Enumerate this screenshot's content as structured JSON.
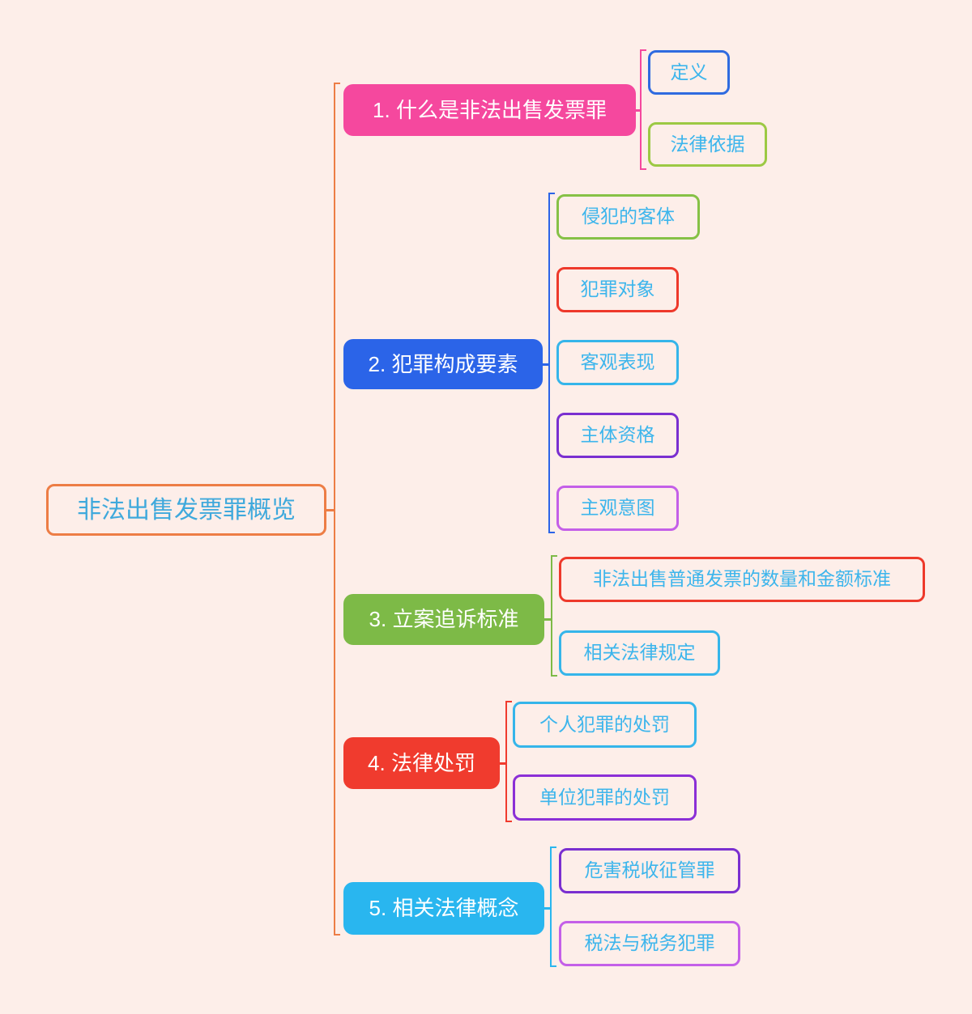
{
  "background_color": "#FDEEE9",
  "text": {
    "root_color": "#3FA9DC",
    "child_color": "#3CB5EC",
    "branch_color": "#FFFFFF"
  },
  "root": {
    "label": "非法出售发票罪概览",
    "border_color": "#ED7D45"
  },
  "branches": [
    {
      "label": "1. 什么是非法出售发票罪",
      "color": "#F5489E",
      "children": [
        {
          "label": "定义",
          "border_color": "#2F6BE0"
        },
        {
          "label": "法律依据",
          "border_color": "#9CC944"
        }
      ]
    },
    {
      "label": "2. 犯罪构成要素",
      "color": "#2B64E8",
      "children": [
        {
          "label": "侵犯的客体",
          "border_color": "#86C146"
        },
        {
          "label": "犯罪对象",
          "border_color": "#EE392B"
        },
        {
          "label": "客观表现",
          "border_color": "#35B5EA"
        },
        {
          "label": "主体资格",
          "border_color": "#7A2FD0"
        },
        {
          "label": "主观意图",
          "border_color": "#C45FE8"
        }
      ]
    },
    {
      "label": "3. 立案追诉标准",
      "color": "#7DBA47",
      "children": [
        {
          "label": "非法出售普通发票的数量和金额标准",
          "border_color": "#EE392B"
        },
        {
          "label": "相关法律规定",
          "border_color": "#35B5EA"
        }
      ]
    },
    {
      "label": "4. 法律处罚",
      "color": "#F03B2E",
      "children": [
        {
          "label": "个人犯罪的处罚",
          "border_color": "#35B5EA"
        },
        {
          "label": "单位犯罪的处罚",
          "border_color": "#8B2FD6"
        }
      ]
    },
    {
      "label": "5. 相关法律概念",
      "color": "#29B6EF",
      "children": [
        {
          "label": "危害税收征管罪",
          "border_color": "#7A2FD0"
        },
        {
          "label": "税法与税务犯罪",
          "border_color": "#C45FE8"
        }
      ]
    }
  ]
}
